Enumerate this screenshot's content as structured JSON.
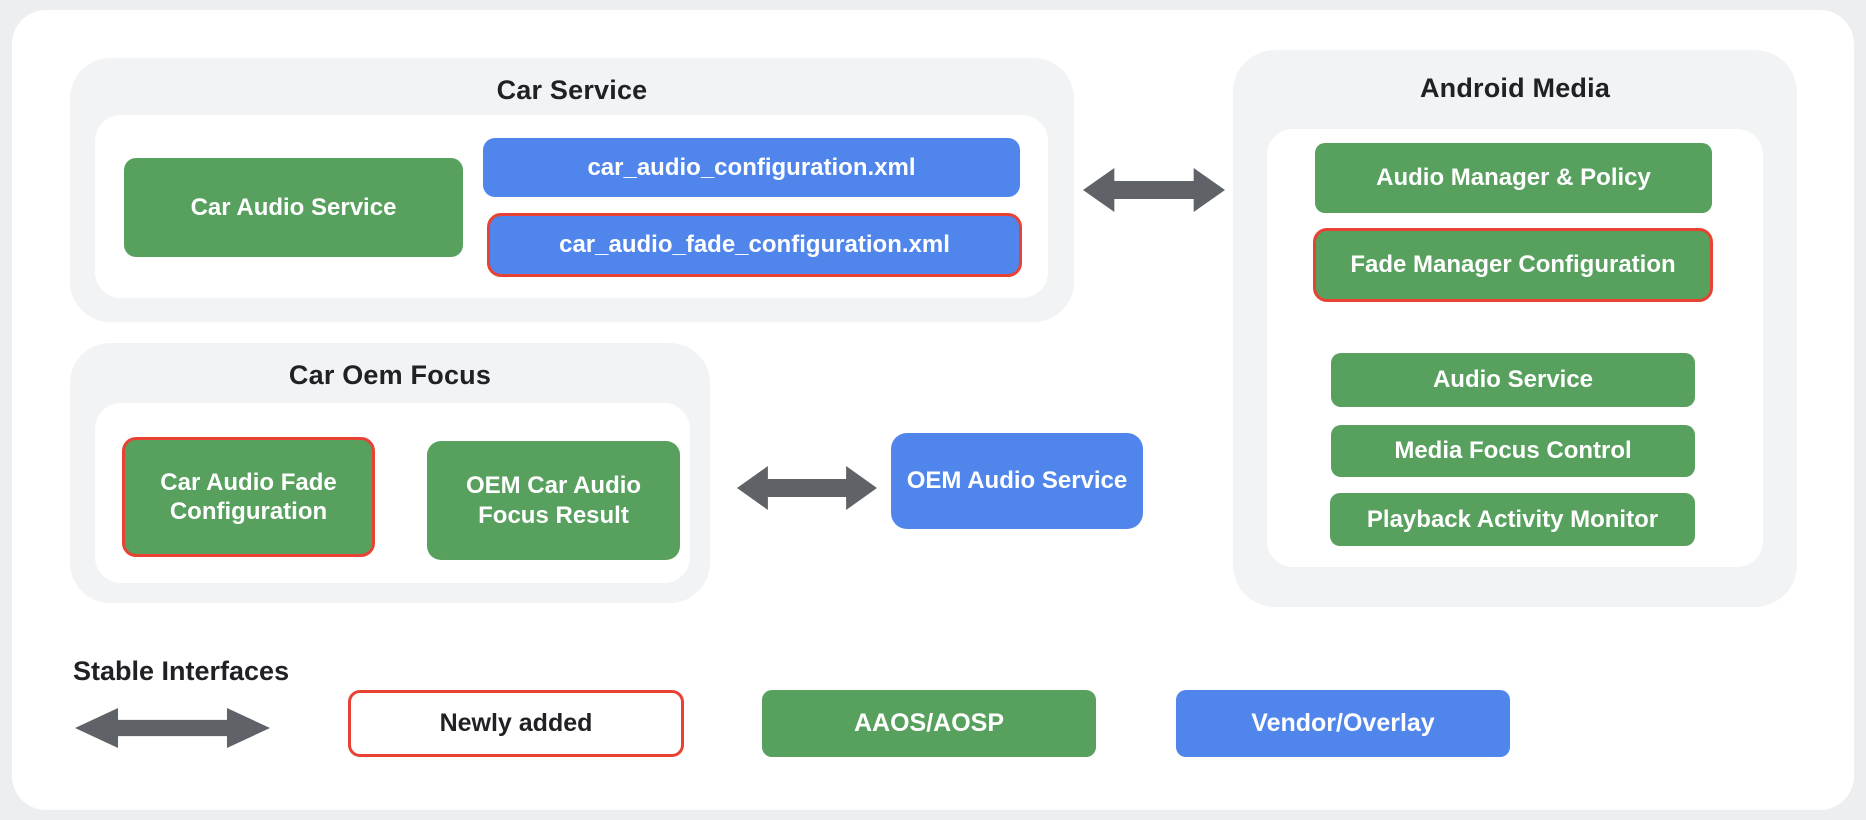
{
  "colors": {
    "green": "#57a05e",
    "blue": "#5086ec",
    "red_outline": "#e94235",
    "arrow_gray": "#5f6368",
    "section_bg": "#f1f3f4",
    "panel_bg": "#ffffff",
    "page_bg": "#eceef0",
    "text_dark": "#202124"
  },
  "sections": {
    "car_service": {
      "title": "Car Service",
      "boxes": {
        "car_audio_service": "Car Audio Service",
        "car_audio_configuration_xml": "car_audio_configuration.xml",
        "car_audio_fade_configuration_xml": "car_audio_fade_configuration.xml"
      }
    },
    "car_oem_focus": {
      "title": "Car Oem Focus",
      "boxes": {
        "car_audio_fade_configuration": "Car Audio Fade Configuration",
        "oem_car_audio_focus_result": "OEM Car Audio Focus Result"
      }
    },
    "android_media": {
      "title": "Android Media",
      "boxes": {
        "audio_manager_policy": "Audio Manager & Policy",
        "fade_manager_configuration": "Fade Manager Configuration",
        "audio_service": "Audio Service",
        "media_focus_control": "Media Focus Control",
        "playback_activity_monitor": "Playback Activity Monitor"
      }
    },
    "oem_audio_service": "OEM Audio Service"
  },
  "legend": {
    "stable_interfaces": "Stable Interfaces",
    "newly_added": "Newly added",
    "aaos_aosp": "AAOS/AOSP",
    "vendor_overlay": "Vendor/Overlay"
  }
}
